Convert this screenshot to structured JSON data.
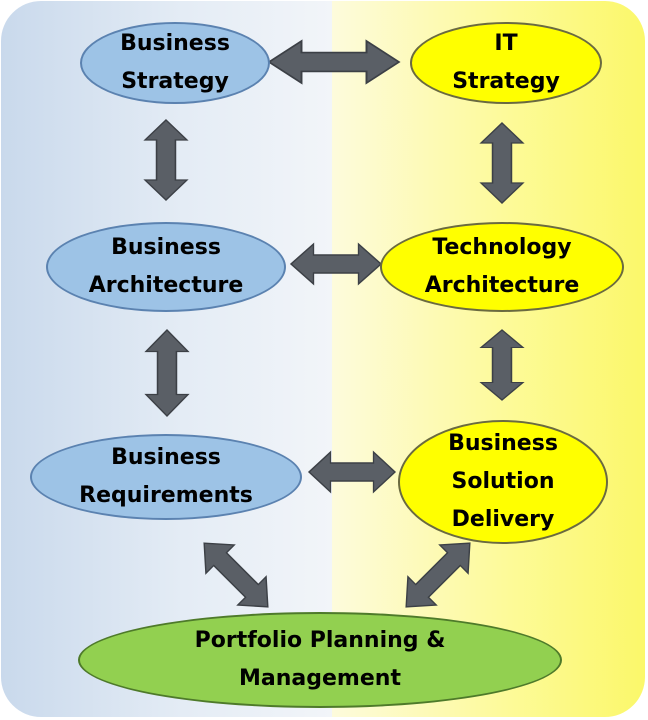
{
  "nodes": {
    "business_strategy": {
      "line1": "Business",
      "line2": "Strategy"
    },
    "it_strategy": {
      "line1": "IT",
      "line2": "Strategy"
    },
    "business_architecture": {
      "line1": "Business",
      "line2": "Architecture"
    },
    "technology_architecture": {
      "line1": "Technology",
      "line2": "Architecture"
    },
    "business_requirements": {
      "line1": "Business",
      "line2": "Requirements"
    },
    "business_solution_delivery": {
      "line1": "Business",
      "line2": "Solution",
      "line3": "Delivery"
    },
    "portfolio": {
      "line1": "Portfolio Planning &",
      "line2": "Management"
    }
  },
  "colors": {
    "business": "#9dc3e6",
    "it": "#ffff00",
    "portfolio": "#92d050",
    "arrow": "#5a5f66"
  }
}
